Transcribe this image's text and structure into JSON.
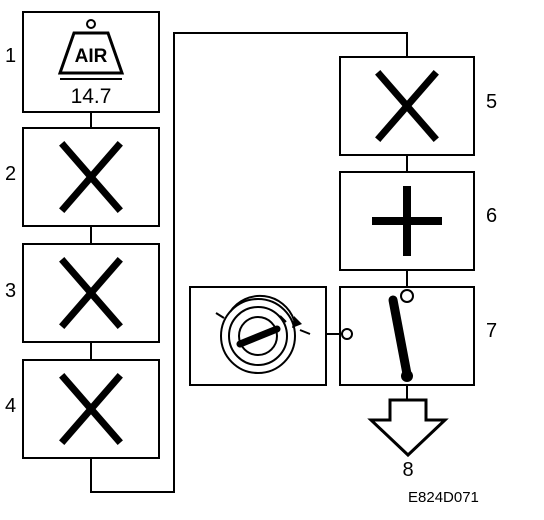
{
  "left_column": [
    {
      "step": "1",
      "air_label": "AIR",
      "value": "14.7"
    },
    {
      "step": "2",
      "symbol": "X"
    },
    {
      "step": "3",
      "symbol": "X"
    },
    {
      "step": "4",
      "symbol": "X"
    }
  ],
  "right_column": [
    {
      "step": "5",
      "symbol": "X"
    },
    {
      "step": "6",
      "symbol": "+"
    },
    {
      "step": "7"
    }
  ],
  "final_step": "8",
  "figure_code": "E824D071",
  "colors": {
    "line": "#000000",
    "background": "#ffffff"
  }
}
